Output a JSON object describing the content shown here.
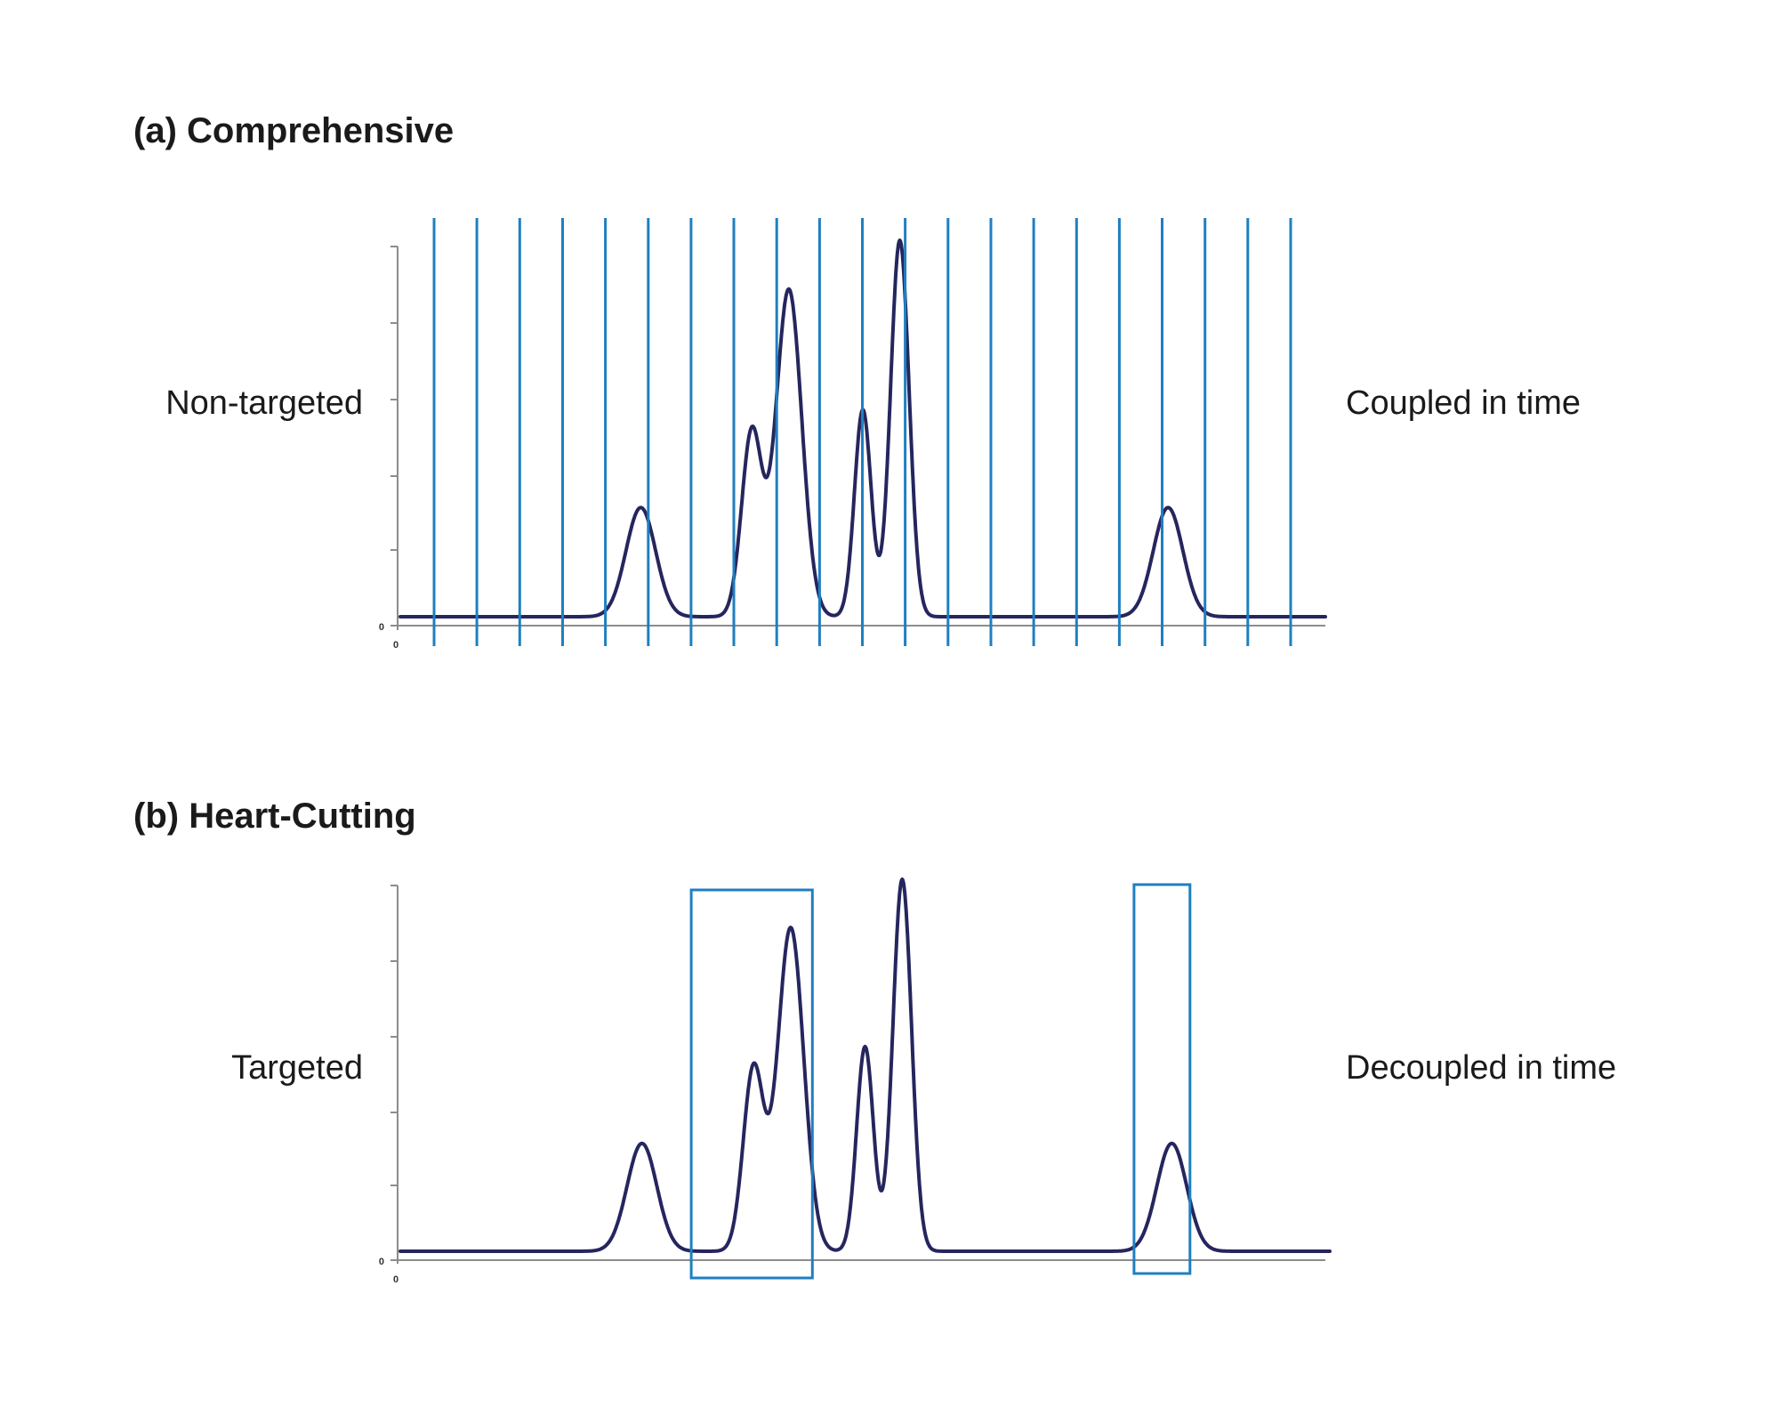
{
  "colors": {
    "trace": "#25265e",
    "cut": "#1f7fc0",
    "text": "#1a1a1a"
  },
  "panel_a": {
    "title": "(a) Comprehensive",
    "left_label": "Non-targeted",
    "right_label": "Coupled in time",
    "axis_zero_y": "0",
    "axis_zero_x": "0",
    "cutting": "continuous fractions across the whole chromatogram"
  },
  "panel_b": {
    "title": "(b) Heart-Cutting",
    "left_label": "Targeted",
    "right_label": "Decoupled in time",
    "axis_zero_y": "0",
    "axis_zero_x": "0",
    "cutting": "two selected windows (boxes)"
  },
  "peaks": [
    {
      "t": 0.26,
      "height": 0.29,
      "width": 0.016
    },
    {
      "t": 0.38,
      "height": 0.49,
      "width": 0.011
    },
    {
      "t": 0.42,
      "height": 0.87,
      "width": 0.014
    },
    {
      "t": 0.5,
      "height": 0.55,
      "width": 0.009
    },
    {
      "t": 0.54,
      "height": 1.0,
      "width": 0.01
    },
    {
      "t": 0.83,
      "height": 0.29,
      "width": 0.016
    }
  ],
  "heart_cut_windows": [
    {
      "start": 0.315,
      "end": 0.445
    },
    {
      "start": 0.79,
      "end": 0.85
    }
  ],
  "comprehensive_fraction_count": 21
}
